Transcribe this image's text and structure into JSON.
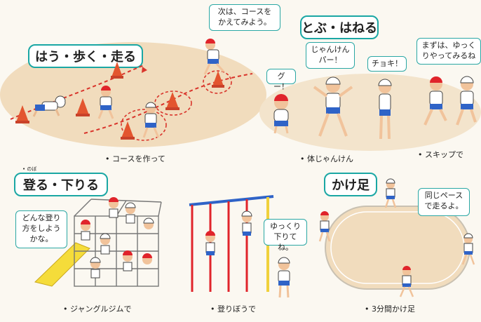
{
  "sections": {
    "crawl_walk_run": {
      "title": "はう・歩く・走る",
      "caption": "コースを作って"
    },
    "jump_hop": {
      "title": "とぶ・はねる",
      "caption_left": "体じゃんけん",
      "caption_right": "スキップで"
    },
    "climb_descend": {
      "title": "登る・下りる",
      "caption_left": "ジャングルジムで",
      "caption_right": "登りぼうで"
    },
    "jog": {
      "title": "かけ足",
      "caption": "3分間かけ足"
    }
  },
  "bubbles": {
    "change_course": "次は、コースを\nかえてみよう。",
    "goo": "グー！",
    "janken_paa": "じゃんけん\nパー！",
    "choki": "チョキ！",
    "slowly_first": "まずは、ゆっく\nりやってみるね",
    "how_climb": "どんな登り\n方をしよう\nかな。",
    "slowly_down": "ゆっくり\n下りてね。",
    "same_pace": "同じペース\nで走るよ。"
  },
  "ruby": {
    "climb": "のぼ"
  },
  "colors": {
    "accent": "#1aa7a4",
    "ground": "#efd9b8",
    "hat_red": "#e0242b",
    "cone": "#e3552f",
    "slide": "#f5dc3a"
  }
}
